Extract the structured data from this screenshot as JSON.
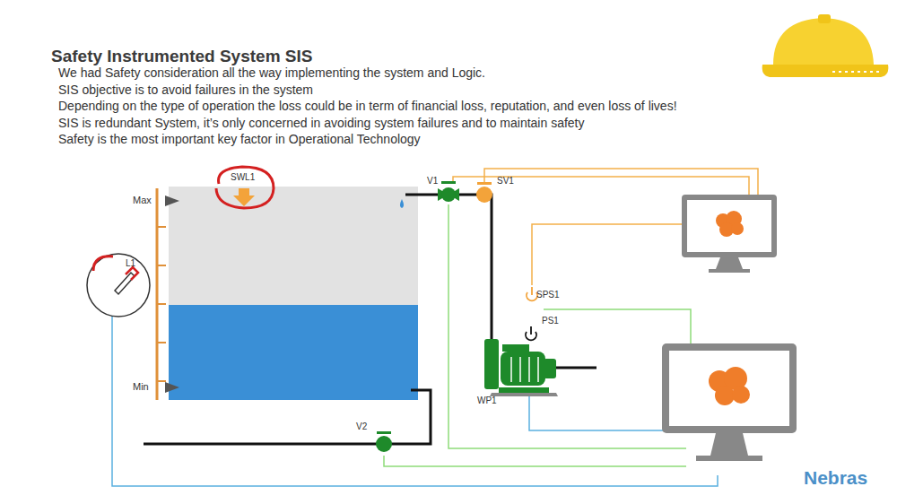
{
  "diagram": {
    "title": "Safety Instrumented System SIS",
    "labels": [
      "We had Safety consideration all the way implementing the system and Logic.",
      "SIS objective is to avoid failures in the system",
      "Depending on the type of operation the loss could be in term of financial loss, reputation, and even loss of lives!",
      "SIS is redundant System, it’s only concerned in avoiding system failures and to maintain safety",
      "Safety is the most important key factor in Operational Technology",
      "Max",
      "Min",
      "SWL1",
      "L1",
      "V1",
      "SV1",
      "SPS1",
      "PS1",
      "WP1",
      "V2",
      "Nebras"
    ]
  }
}
